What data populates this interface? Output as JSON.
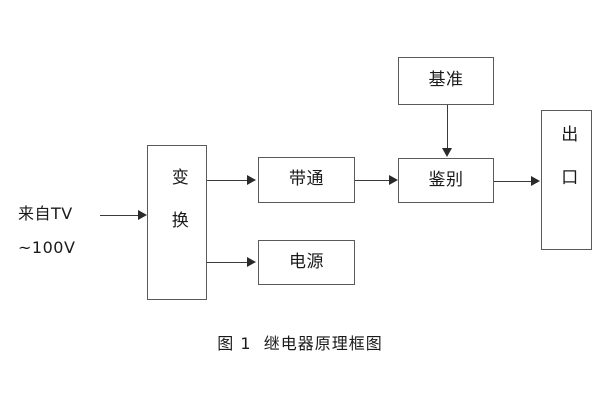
{
  "figure": {
    "caption": "图 1  继电器原理框图",
    "background_color": "#ffffff",
    "box_border_color": "#5a5a5a",
    "line_color": "#3a3a3a",
    "text_color": "#1a1a1a"
  },
  "input": {
    "line1": "来自TV",
    "line2": "~100V"
  },
  "blocks": {
    "transform": "变换",
    "bandpass": "带通",
    "power": "电源",
    "reference": "基准",
    "discriminate": "鉴别",
    "output": "出口"
  }
}
